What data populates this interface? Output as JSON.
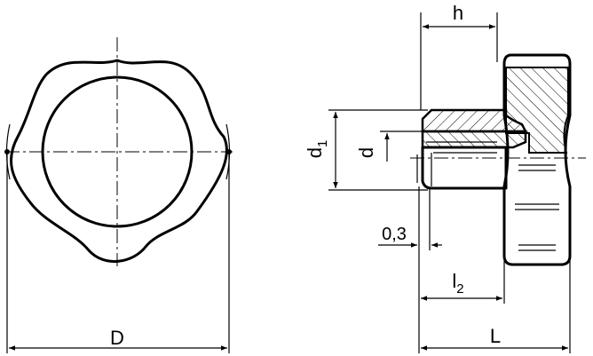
{
  "labels": {
    "D": "D",
    "h": "h",
    "d1_base": "d",
    "d1_sub": "1",
    "d_base": "d",
    "offset": "0,3",
    "l2_base": "l",
    "l2_sub": "2",
    "L": "L"
  }
}
